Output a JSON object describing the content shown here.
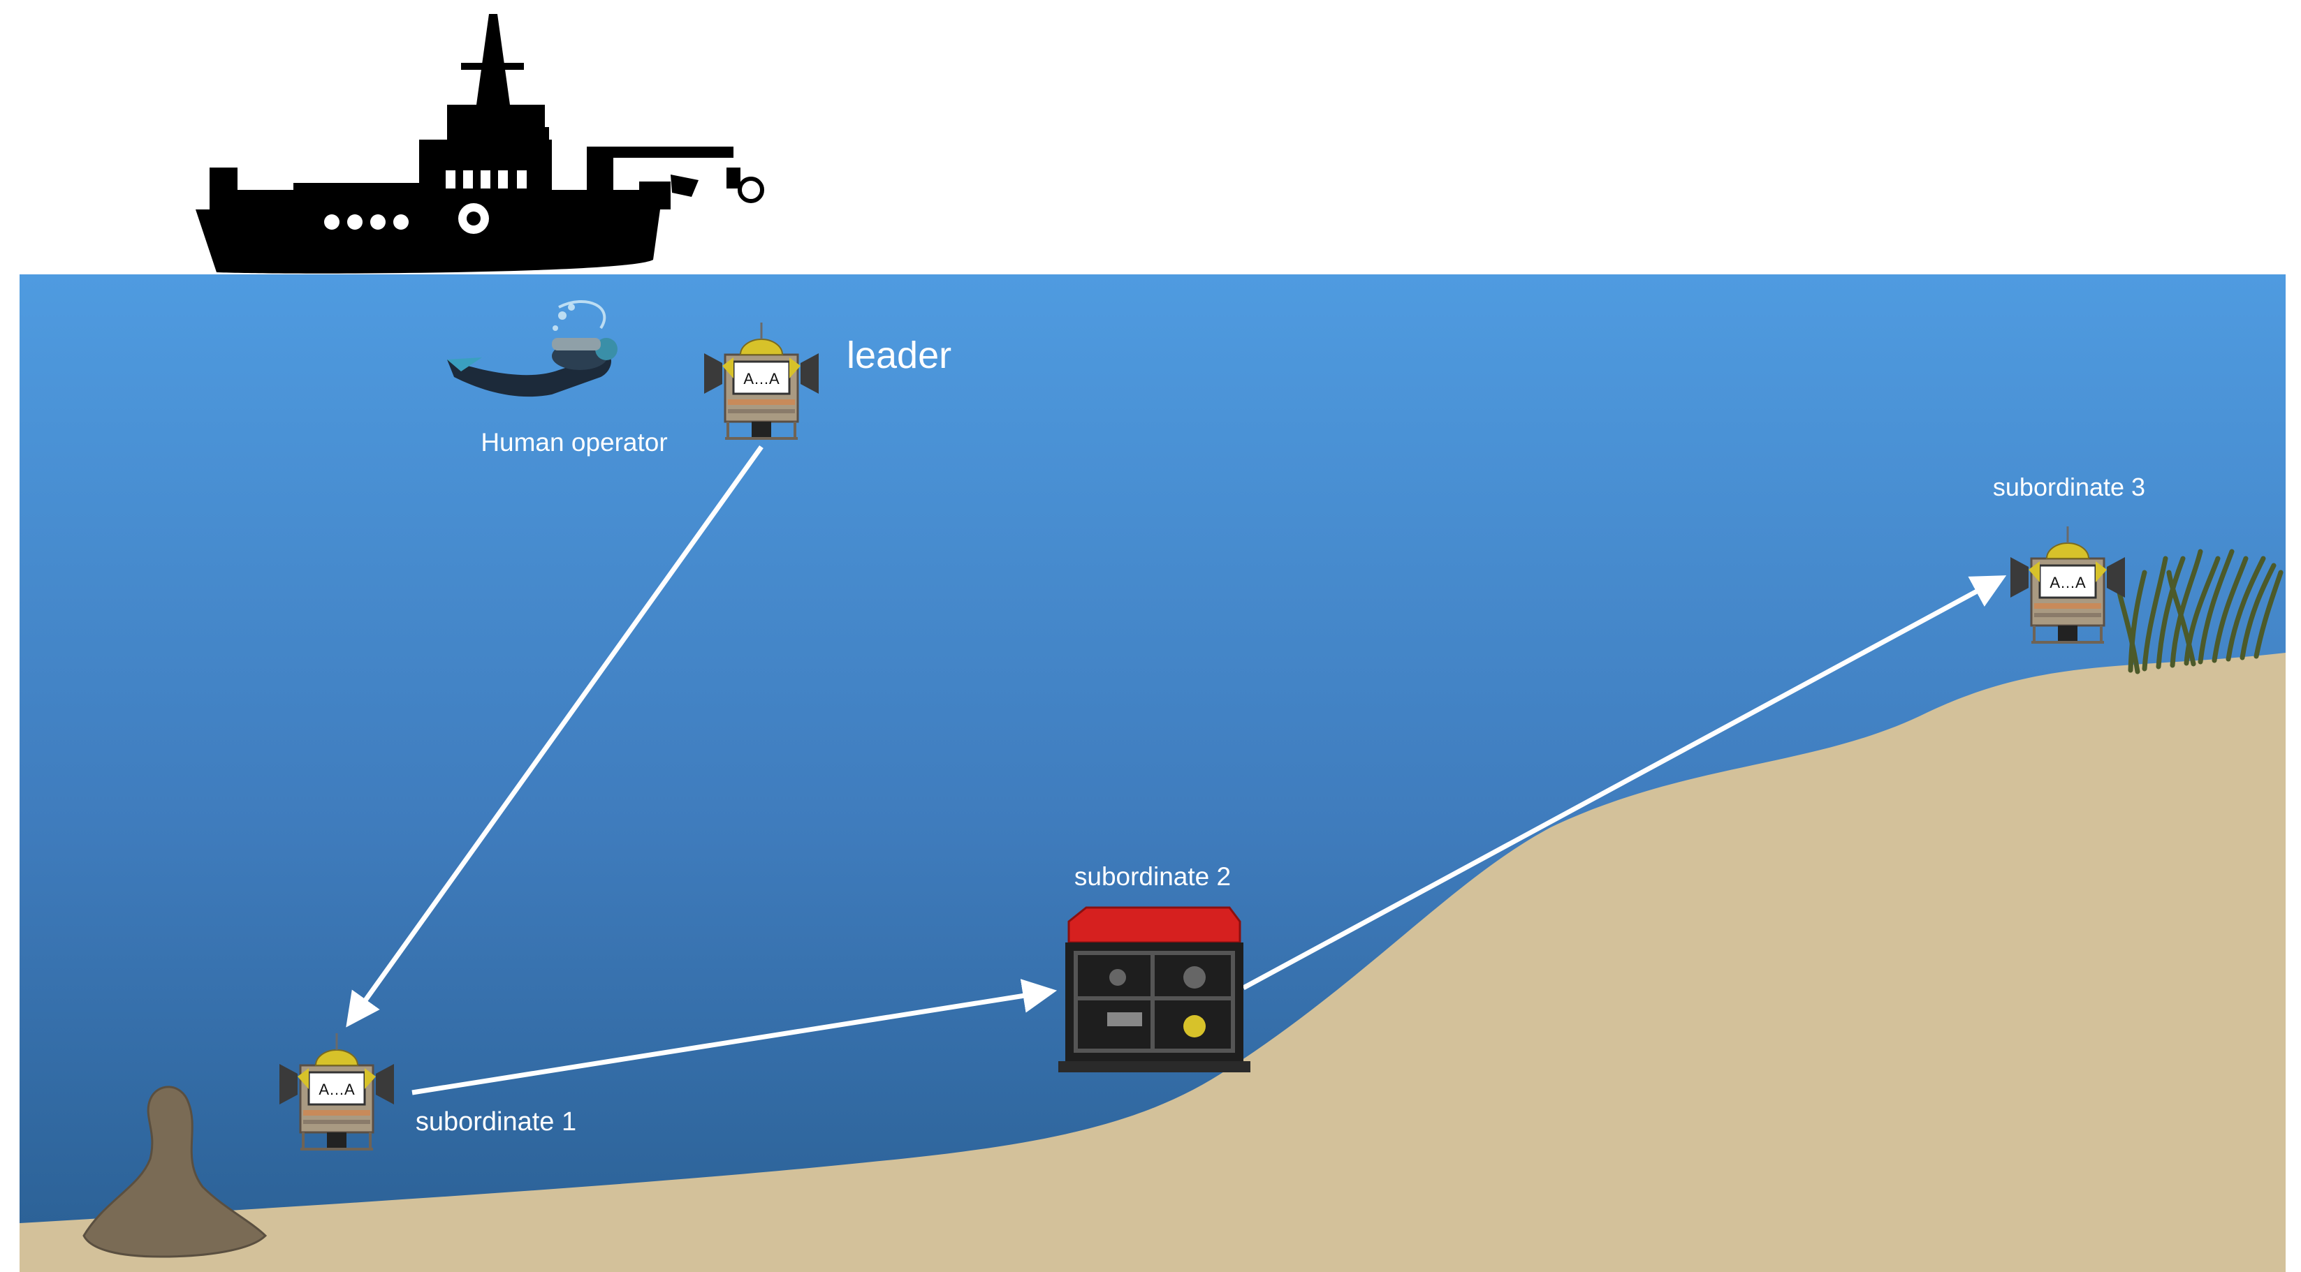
{
  "labels": {
    "leader": "leader",
    "human_operator": "Human operator",
    "subordinate_1": "subordinate 1",
    "subordinate_2": "subordinate 2",
    "subordinate_3": "subordinate 3",
    "screen_text": "A…A"
  },
  "colors": {
    "water_top": "#4f9be0",
    "water_bottom": "#2a5f93",
    "sand": "#d3c19a",
    "arrow": "#ffffff",
    "ship": "#000000",
    "rov_body": "#b9a88e",
    "rov_dome": "#d7c22a",
    "rov_red": "#d6201f",
    "seagrass": "#4c5a2a",
    "rock": "#7a6b55"
  },
  "icons": [
    "ship-icon",
    "diver-icon",
    "rov-icon",
    "red-rov-icon",
    "seagrass-icon",
    "rock-icon"
  ]
}
